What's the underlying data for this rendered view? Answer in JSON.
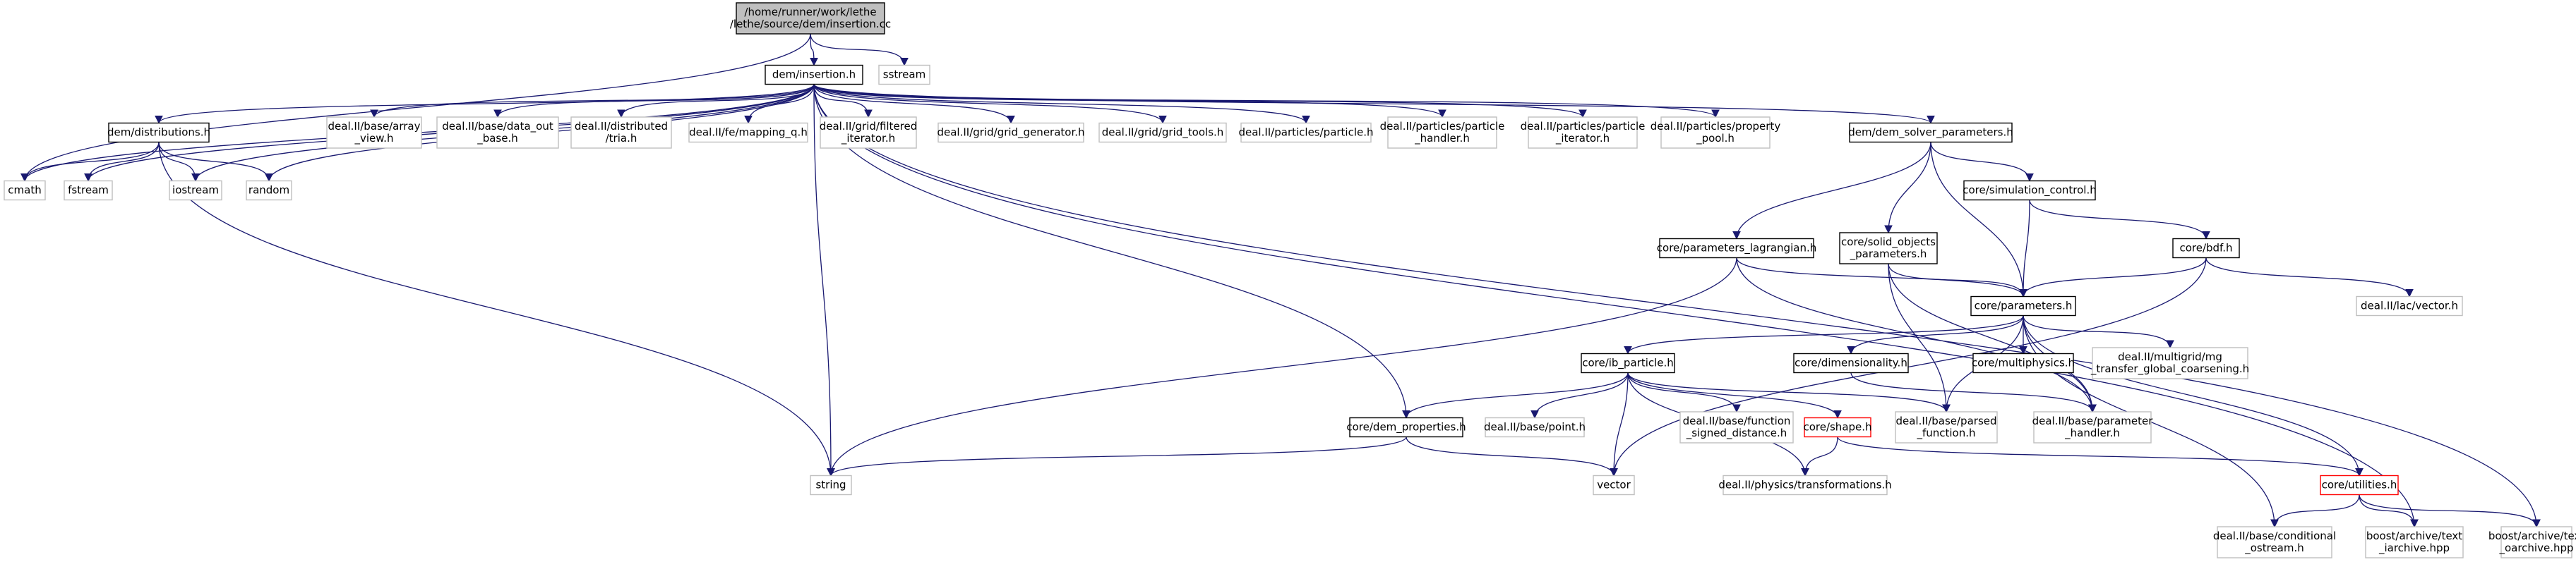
{
  "colors": {
    "edge": "#191970",
    "root_fill": "#bfbfbf",
    "node_fill": "#ffffff",
    "documented_border": "#000000",
    "undocumented_border": "#bfbfbf",
    "highlight_border": "#ff0000"
  },
  "nodes": [
    {
      "id": "root",
      "lines": [
        "/home/runner/work/lethe",
        "/lethe/source/dem/insertion.cc"
      ],
      "style": "root"
    },
    {
      "id": "insertion_h",
      "lines": [
        "dem/insertion.h"
      ],
      "style": "documented"
    },
    {
      "id": "sstream",
      "lines": [
        "sstream"
      ],
      "style": "external"
    },
    {
      "id": "cmath",
      "lines": [
        "cmath"
      ],
      "style": "external"
    },
    {
      "id": "fstream",
      "lines": [
        "fstream"
      ],
      "style": "external"
    },
    {
      "id": "distributions_h",
      "lines": [
        "dem/distributions.h"
      ],
      "style": "documented"
    },
    {
      "id": "iostream",
      "lines": [
        "iostream"
      ],
      "style": "external"
    },
    {
      "id": "random",
      "lines": [
        "random"
      ],
      "style": "external"
    },
    {
      "id": "array_view",
      "lines": [
        "deal.II/base/array",
        "_view.h"
      ],
      "style": "external"
    },
    {
      "id": "data_out_base",
      "lines": [
        "deal.II/base/data_out",
        "_base.h"
      ],
      "style": "external"
    },
    {
      "id": "tria",
      "lines": [
        "deal.II/distributed",
        "/tria.h"
      ],
      "style": "external"
    },
    {
      "id": "mapping_q",
      "lines": [
        "deal.II/fe/mapping_q.h"
      ],
      "style": "external"
    },
    {
      "id": "filtered_iterator",
      "lines": [
        "deal.II/grid/filtered",
        "_iterator.h"
      ],
      "style": "external"
    },
    {
      "id": "grid_generator",
      "lines": [
        "deal.II/grid/grid_generator.h"
      ],
      "style": "external"
    },
    {
      "id": "grid_tools",
      "lines": [
        "deal.II/grid/grid_tools.h"
      ],
      "style": "external"
    },
    {
      "id": "particle",
      "lines": [
        "deal.II/particles/particle.h"
      ],
      "style": "external"
    },
    {
      "id": "particle_handler",
      "lines": [
        "deal.II/particles/particle",
        "_handler.h"
      ],
      "style": "external"
    },
    {
      "id": "particle_iterator",
      "lines": [
        "deal.II/particles/particle",
        "_iterator.h"
      ],
      "style": "external"
    },
    {
      "id": "property_pool",
      "lines": [
        "deal.II/particles/property",
        "_pool.h"
      ],
      "style": "external"
    },
    {
      "id": "dem_solver_parameters",
      "lines": [
        "dem/dem_solver_parameters.h"
      ],
      "style": "documented"
    },
    {
      "id": "simulation_control",
      "lines": [
        "core/simulation_control.h"
      ],
      "style": "documented"
    },
    {
      "id": "parameters_lagrangian",
      "lines": [
        "core/parameters_lagrangian.h"
      ],
      "style": "documented"
    },
    {
      "id": "solid_objects_parameters",
      "lines": [
        "core/solid_objects",
        "_parameters.h"
      ],
      "style": "documented"
    },
    {
      "id": "bdf",
      "lines": [
        "core/bdf.h"
      ],
      "style": "documented"
    },
    {
      "id": "lac_vector",
      "lines": [
        "deal.II/lac/vector.h"
      ],
      "style": "external"
    },
    {
      "id": "parameters",
      "lines": [
        "core/parameters.h"
      ],
      "style": "documented"
    },
    {
      "id": "ib_particle",
      "lines": [
        "core/ib_particle.h"
      ],
      "style": "documented"
    },
    {
      "id": "dimensionality",
      "lines": [
        "core/dimensionality.h"
      ],
      "style": "documented"
    },
    {
      "id": "multiphysics",
      "lines": [
        "core/multiphysics.h"
      ],
      "style": "documented"
    },
    {
      "id": "mg_transfer",
      "lines": [
        "deal.II/multigrid/mg",
        "_transfer_global_coarsening.h"
      ],
      "style": "external"
    },
    {
      "id": "dem_properties",
      "lines": [
        "core/dem_properties.h"
      ],
      "style": "documented"
    },
    {
      "id": "point",
      "lines": [
        "deal.II/base/point.h"
      ],
      "style": "external"
    },
    {
      "id": "function_signed_distance",
      "lines": [
        "deal.II/base/function",
        "_signed_distance.h"
      ],
      "style": "external"
    },
    {
      "id": "shape",
      "lines": [
        "core/shape.h"
      ],
      "style": "highlight"
    },
    {
      "id": "parsed_function",
      "lines": [
        "deal.II/base/parsed",
        "_function.h"
      ],
      "style": "external"
    },
    {
      "id": "parameter_handler",
      "lines": [
        "deal.II/base/parameter",
        "_handler.h"
      ],
      "style": "external"
    },
    {
      "id": "string",
      "lines": [
        "string"
      ],
      "style": "external"
    },
    {
      "id": "vector",
      "lines": [
        "vector"
      ],
      "style": "external"
    },
    {
      "id": "transformations",
      "lines": [
        "deal.II/physics/transformations.h"
      ],
      "style": "external"
    },
    {
      "id": "utilities",
      "lines": [
        "core/utilities.h"
      ],
      "style": "highlight"
    },
    {
      "id": "conditional_ostream",
      "lines": [
        "deal.II/base/conditional",
        "_ostream.h"
      ],
      "style": "external"
    },
    {
      "id": "text_iarchive",
      "lines": [
        "boost/archive/text",
        "_iarchive.hpp"
      ],
      "style": "external"
    },
    {
      "id": "text_oarchive",
      "lines": [
        "boost/archive/text",
        "_oarchive.hpp"
      ],
      "style": "external"
    }
  ],
  "edges": [
    [
      "root",
      "insertion_h"
    ],
    [
      "root",
      "sstream"
    ],
    [
      "root",
      "cmath"
    ],
    [
      "insertion_h",
      "cmath"
    ],
    [
      "insertion_h",
      "fstream"
    ],
    [
      "insertion_h",
      "distributions_h"
    ],
    [
      "insertion_h",
      "iostream"
    ],
    [
      "insertion_h",
      "random"
    ],
    [
      "insertion_h",
      "string"
    ],
    [
      "insertion_h",
      "array_view"
    ],
    [
      "insertion_h",
      "data_out_base"
    ],
    [
      "insertion_h",
      "tria"
    ],
    [
      "insertion_h",
      "mapping_q"
    ],
    [
      "insertion_h",
      "filtered_iterator"
    ],
    [
      "insertion_h",
      "grid_generator"
    ],
    [
      "insertion_h",
      "grid_tools"
    ],
    [
      "insertion_h",
      "particle"
    ],
    [
      "insertion_h",
      "particle_handler"
    ],
    [
      "insertion_h",
      "particle_iterator"
    ],
    [
      "insertion_h",
      "property_pool"
    ],
    [
      "insertion_h",
      "dem_solver_parameters"
    ],
    [
      "insertion_h",
      "dem_properties"
    ],
    [
      "insertion_h",
      "text_iarchive"
    ],
    [
      "insertion_h",
      "text_oarchive"
    ],
    [
      "distributions_h",
      "cmath"
    ],
    [
      "distributions_h",
      "fstream"
    ],
    [
      "distributions_h",
      "iostream"
    ],
    [
      "distributions_h",
      "random"
    ],
    [
      "distributions_h",
      "string"
    ],
    [
      "dem_solver_parameters",
      "simulation_control"
    ],
    [
      "dem_solver_parameters",
      "parameters_lagrangian"
    ],
    [
      "dem_solver_parameters",
      "solid_objects_parameters"
    ],
    [
      "dem_solver_parameters",
      "parameters"
    ],
    [
      "simulation_control",
      "bdf"
    ],
    [
      "simulation_control",
      "parameters"
    ],
    [
      "bdf",
      "lac_vector"
    ],
    [
      "bdf",
      "parameters"
    ],
    [
      "bdf",
      "vector"
    ],
    [
      "parameters_lagrangian",
      "parameters"
    ],
    [
      "parameters_lagrangian",
      "string"
    ],
    [
      "parameters_lagrangian",
      "parameter_handler"
    ],
    [
      "solid_objects_parameters",
      "parameters"
    ],
    [
      "solid_objects_parameters",
      "parsed_function"
    ],
    [
      "solid_objects_parameters",
      "parameter_handler"
    ],
    [
      "parameters",
      "ib_particle"
    ],
    [
      "parameters",
      "dimensionality"
    ],
    [
      "parameters",
      "multiphysics"
    ],
    [
      "parameters",
      "mg_transfer"
    ],
    [
      "parameters",
      "parsed_function"
    ],
    [
      "parameters",
      "parameter_handler"
    ],
    [
      "parameters",
      "utilities"
    ],
    [
      "parameters",
      "conditional_ostream"
    ],
    [
      "ib_particle",
      "dem_properties"
    ],
    [
      "ib_particle",
      "point"
    ],
    [
      "ib_particle",
      "function_signed_distance"
    ],
    [
      "ib_particle",
      "shape"
    ],
    [
      "ib_particle",
      "parsed_function"
    ],
    [
      "ib_particle",
      "vector"
    ],
    [
      "ib_particle",
      "transformations"
    ],
    [
      "dimensionality",
      "parameter_handler"
    ],
    [
      "dem_properties",
      "string"
    ],
    [
      "dem_properties",
      "vector"
    ],
    [
      "shape",
      "transformations"
    ],
    [
      "shape",
      "utilities"
    ],
    [
      "utilities",
      "conditional_ostream"
    ],
    [
      "utilities",
      "text_iarchive"
    ],
    [
      "utilities",
      "text_oarchive"
    ]
  ]
}
